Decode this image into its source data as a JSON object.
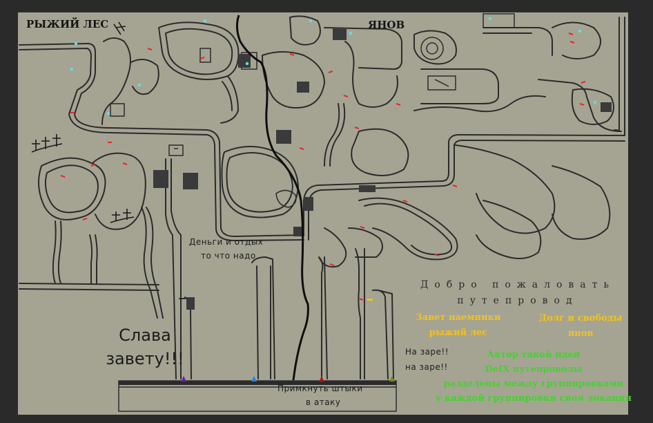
{
  "map": {
    "region_west": "РЫЖИЙ ЛЕС",
    "region_east": "ЯНОВ",
    "money_note": "Деньги и отдых",
    "money_note_2": "то что надо",
    "slava": "Слава",
    "slava_2": "завету!!!",
    "zarya_1": "На заре!!",
    "zarya_2": "на заре!!",
    "bayonet_1": "Примкнуть штыки",
    "bayonet_2": "в атаку"
  },
  "info": {
    "welcome_1": "Добро пожаловать",
    "welcome_2": "путепровод",
    "faction_zavet": "Завет наемники",
    "faction_zavet_loc": "рыжий лес",
    "faction_dolg": "Долг и свободы",
    "faction_dolg_loc": "янов",
    "credits": [
      "Автор такой идеи",
      "DeIX путепроводы",
      "разделены между группировками",
      "у каждой группировки своя локация"
    ]
  },
  "colors": {
    "background": "#2a2a2a",
    "map": "#a5a493",
    "line": "#2b2b2b",
    "yellow": "#f3c21e",
    "green": "#45d12f",
    "door": "#e8262a",
    "poi": "#5ee0e8"
  },
  "spawn_markers": [
    {
      "color": "#6a1fb0"
    },
    {
      "color": "#2f7fd9"
    },
    {
      "color": "#b31a1a"
    },
    {
      "color": "#7a8a1a"
    }
  ]
}
